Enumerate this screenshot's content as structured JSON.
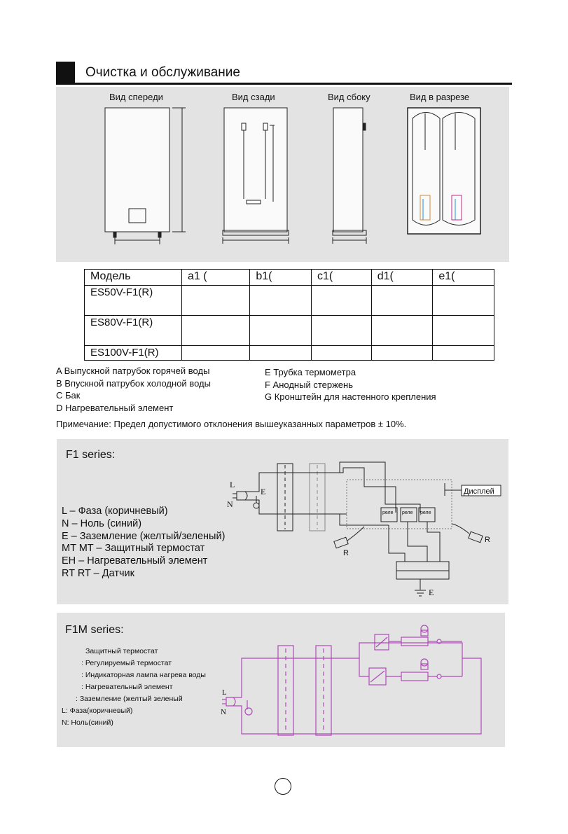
{
  "section": {
    "title": "Очистка и обслуживание"
  },
  "views": {
    "front": "Вид спереди",
    "back": "Вид сзади",
    "side": "Вид сбоку",
    "cut": "Вид в разрезе"
  },
  "table": {
    "headers": [
      "Модель",
      "a1 (",
      "b1(",
      "c1(",
      "d1(",
      "e1("
    ],
    "rows": [
      [
        "ES50V-F1(R)",
        "",
        "",
        "",
        "",
        ""
      ],
      [
        "ES80V-F1(R)",
        "",
        "",
        "",
        "",
        ""
      ],
      [
        "ES100V-F1(R)",
        "",
        "",
        "",
        "",
        ""
      ]
    ]
  },
  "legend_left": [
    "A  Выпускной патрубок горячей воды",
    "B  Впускной патрубок холодной воды",
    "C  Бак",
    "D  Нагревательный элемент"
  ],
  "legend_right": [
    "E  Трубка термометра",
    "F  Анодный стержень",
    "G  Кронштейн для настенного крепления"
  ],
  "note": "Примечание: Предел допустимого отклонения вышеуказанных параметров ± 10%.",
  "f1": {
    "title": "F1 series:",
    "legend": [
      "L – Фаза (коричневый)",
      "N – Ноль (синий)",
      "E – Заземление (желтый/зеленый)",
      "MT    MT    – Защитный термостат",
      "EH  – Нагревательный элемент",
      "RT    RT    – Датчик"
    ],
    "display_label": "Дисплей",
    "relay_label": "реле",
    "sensor_label": "R",
    "plug_l": "L",
    "plug_n": "N",
    "plug_e": "E",
    "ground_e": "E"
  },
  "f1m": {
    "title": "F1M series:",
    "legend": [
      "Защитный термостат",
      ": Регулируемый термостат",
      ": Индикаторная лампа нагрева воды",
      ": Нагревательный элемент",
      ": Заземление (желтый зеленый",
      "L: Фаза(коричневый)",
      "N: Ноль(синий)"
    ],
    "plug_l": "L",
    "plug_n": "N",
    "wire_color": "#b04ab8"
  },
  "colors": {
    "panel": "#e3e3e3",
    "text": "#111111",
    "accent_wire": "#b04ab8"
  }
}
